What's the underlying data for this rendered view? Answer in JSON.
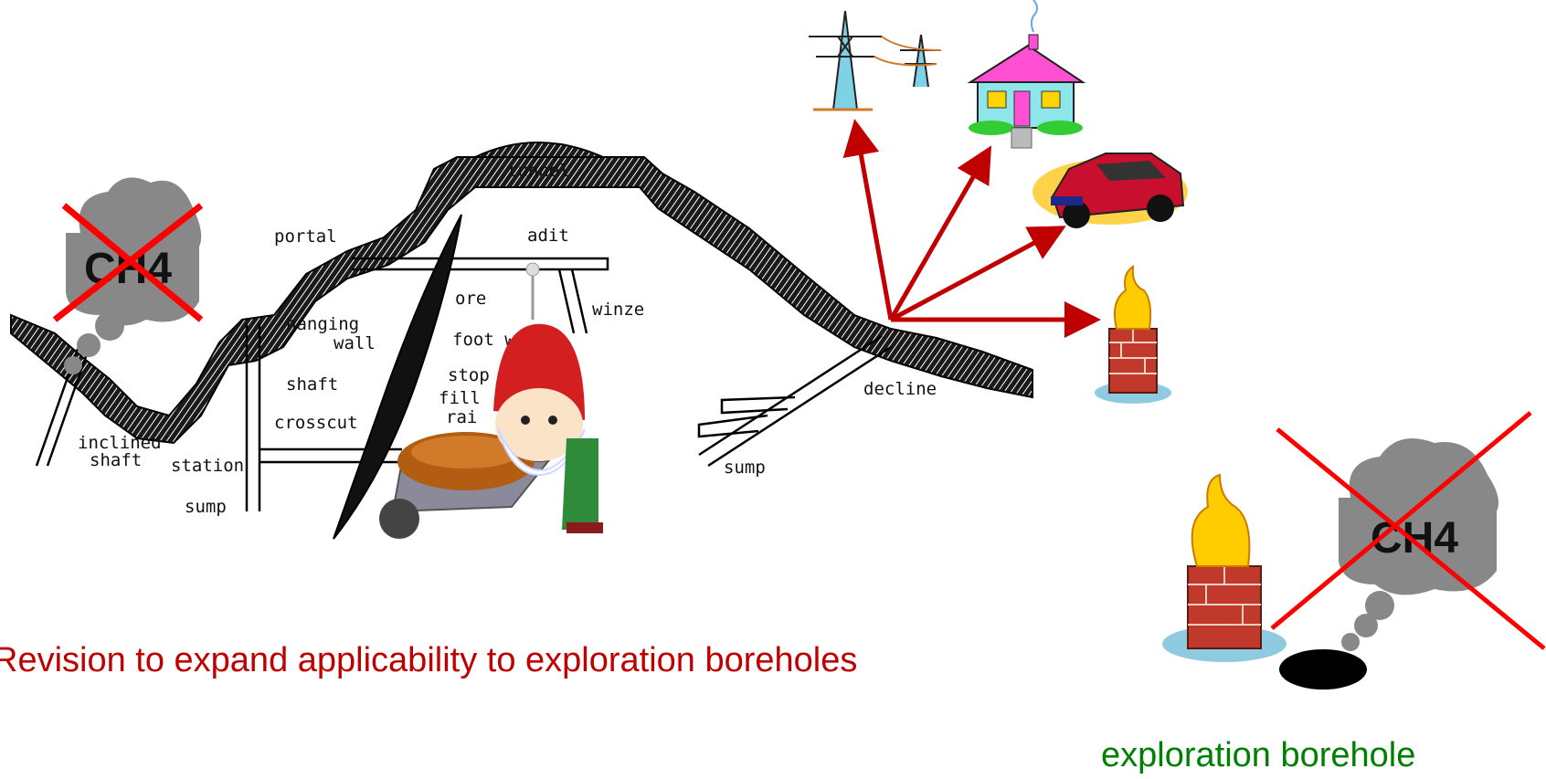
{
  "colors": {
    "arrow": "#c00000",
    "cross": "#ff0000",
    "caption": "#c00000",
    "borehole_label": "#008000",
    "cloud": "#888888"
  },
  "gas_label": "CH4",
  "mine_labels": {
    "tunnel": "tunnel",
    "portal": "portal",
    "adit": "adit",
    "ore": "ore",
    "winze": "winze",
    "hanging_wall_1": "hanging",
    "hanging_wall_2": "wall",
    "foot_wall": "foot wall",
    "shaft": "shaft",
    "stope": "stop",
    "fill": "fill",
    "raise": "rai",
    "crosscut": "crosscut",
    "inclined_shaft_1": "inclined",
    "inclined_shaft_2": "shaft",
    "station": "station",
    "sump_left": "sump",
    "decline": "decline",
    "sump_right": "sump"
  },
  "icons": [
    "power-lines-icon",
    "house-icon",
    "car-icon",
    "flare-icon",
    "borehole-flare-icon",
    "borehole-hole-icon",
    "gnome-icon"
  ],
  "caption": "Revision to expand applicability to exploration boreholes",
  "borehole_label": "exploration borehole"
}
